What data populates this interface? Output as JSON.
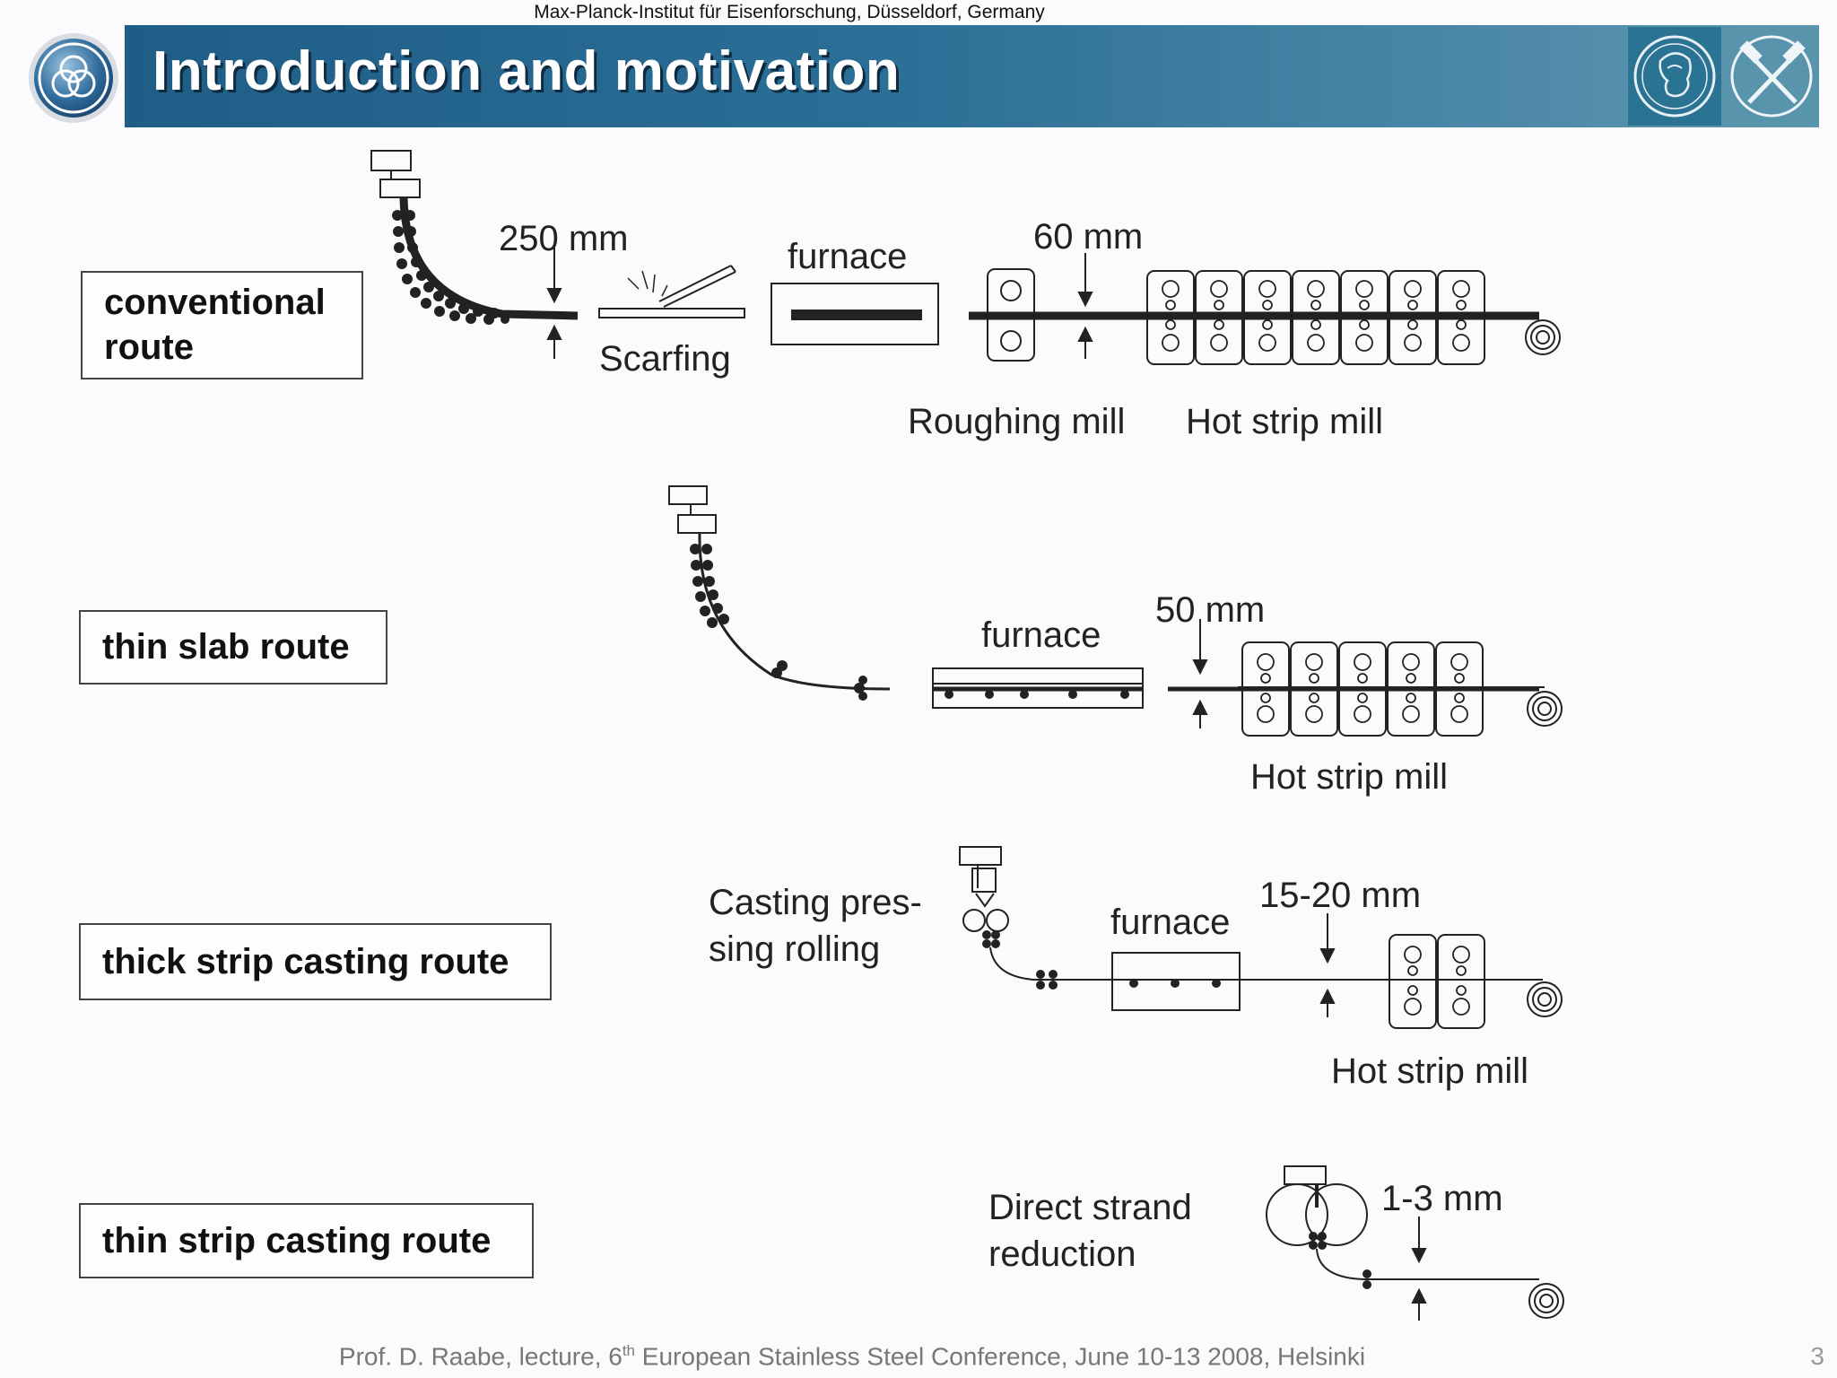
{
  "header": {
    "institute": "Max-Planck-Institut für Eisenforschung, Düsseldorf, Germany",
    "title": "Introduction and motivation"
  },
  "routes": {
    "conventional": {
      "label_line1": "conventional",
      "label_line2": "route",
      "thickness": "250 mm",
      "scarfing": "Scarfing",
      "furnace": "furnace",
      "rough_thickness": "60 mm",
      "roughing_mill": "Roughing mill",
      "hot_strip_mill": "Hot strip mill"
    },
    "thin_slab": {
      "label": "thin slab route",
      "furnace": "furnace",
      "thickness": "50 mm",
      "hot_strip_mill": "Hot strip mill"
    },
    "thick_strip": {
      "label": "thick strip casting route",
      "process_line1": "Casting pres-",
      "process_line2": "sing rolling",
      "furnace": "furnace",
      "thickness": "15-20 mm",
      "hot_strip_mill": "Hot strip mill"
    },
    "thin_strip": {
      "label": "thin strip casting route",
      "process_line1": "Direct strand",
      "process_line2": "reduction",
      "thickness": "1-3 mm"
    }
  },
  "footer": {
    "prefix": "Prof. D. Raabe, lecture, 6",
    "sup": "th",
    "suffix": " European Stainless Steel Conference, June 10-13 2008, Helsinki",
    "page": "3"
  },
  "icons": {
    "logo_left": "thyssenkrupp-rings-logo",
    "logo_mpg": "minerva-head-logo",
    "logo_tools": "crossed-hammers-logo"
  },
  "colors": {
    "header_start": "#1f5d86",
    "header_end": "#5e97b1",
    "title": "#ffffff"
  }
}
